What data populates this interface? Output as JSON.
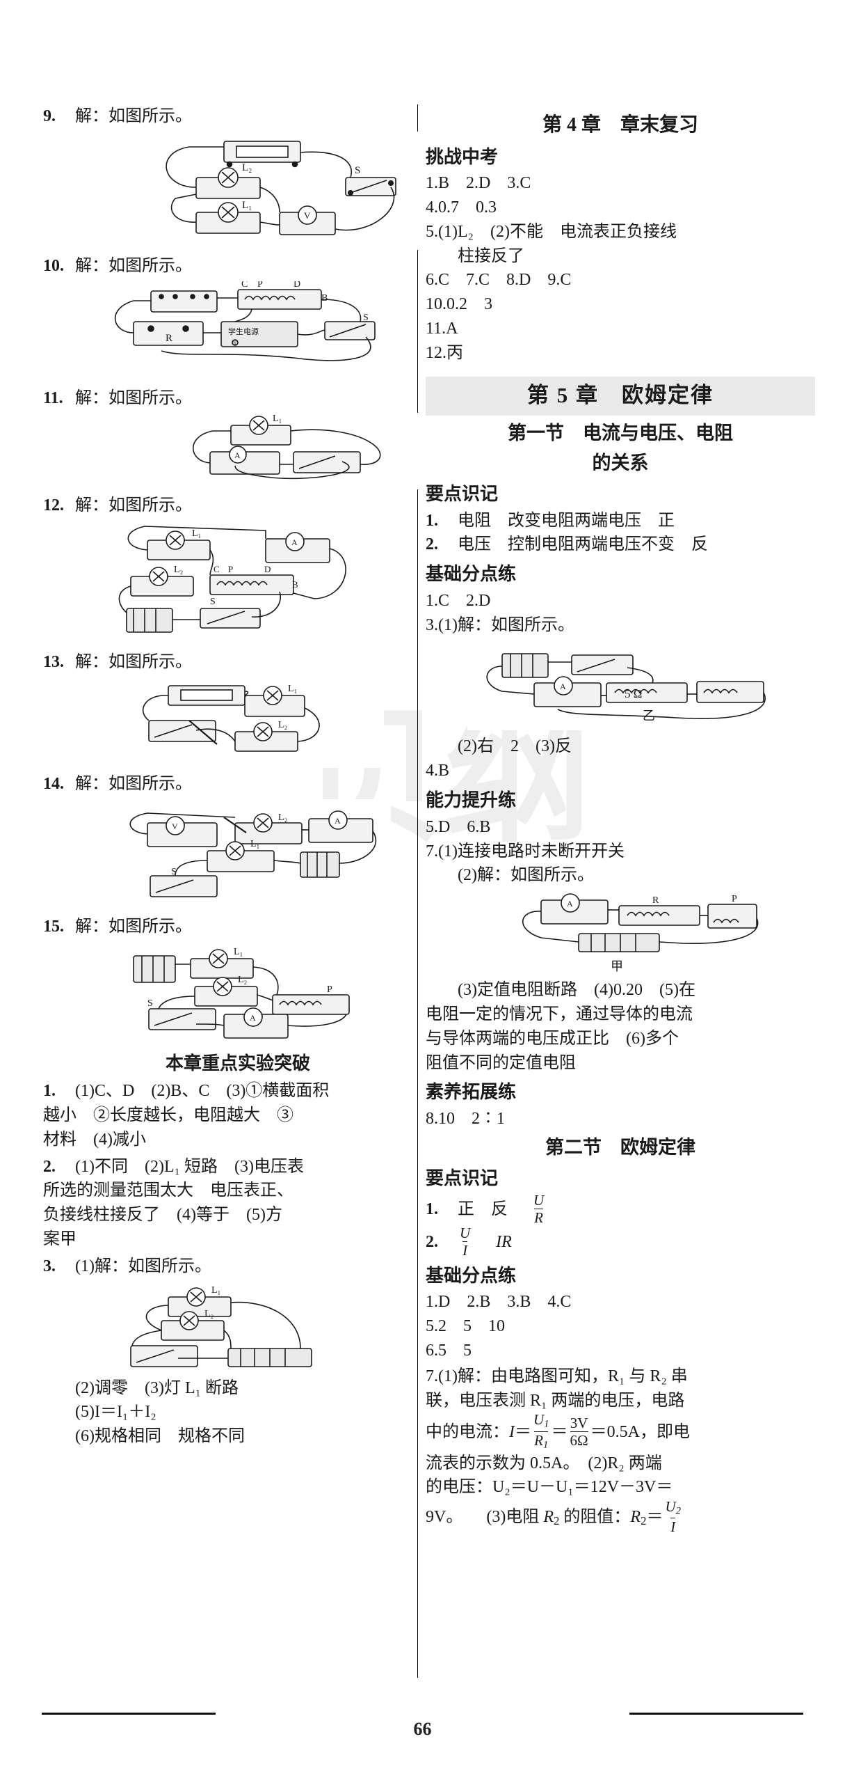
{
  "page": {
    "number": "66"
  },
  "watermark": "贝纲",
  "left_column": {
    "items": [
      {
        "num": "9.",
        "text": "解：如图所示。",
        "figure": "circuit-9"
      },
      {
        "num": "10.",
        "text": "解：如图所示。",
        "figure": "circuit-10"
      },
      {
        "num": "11.",
        "text": "解：如图所示。",
        "figure": "circuit-11"
      },
      {
        "num": "12.",
        "text": "解：如图所示。",
        "figure": "circuit-12"
      },
      {
        "num": "13.",
        "text": "解：如图所示。",
        "figure": "circuit-13"
      },
      {
        "num": "14.",
        "text": "解：如图所示。",
        "figure": "circuit-14"
      },
      {
        "num": "15.",
        "text": "解：如图所示。",
        "figure": "circuit-15"
      }
    ],
    "experiment_heading": "本章重点实验突破",
    "experiment_items": [
      {
        "num": "1.",
        "lines": [
          "(1)C、D　(2)B、C　(3)①横截面积",
          "越小　②长度越长，电阻越大　③",
          "材料　(4)减小"
        ]
      },
      {
        "num": "2.",
        "lines": [
          "(1)不同　(2)L₁ 短路　(3)电压表",
          "所选的测量范围太大　电压表正、",
          "负接线柱接反了　(4)等于　(5)方",
          "案甲"
        ]
      },
      {
        "num": "3.",
        "lines": [
          "(1)解：如图所示。"
        ],
        "figure": "circuit-exp3",
        "after_lines": [
          "(2)调零　(3)灯 L₁ 断路",
          "(5)I＝I₁＋I₂",
          "(6)规格相同　规格不同"
        ]
      }
    ]
  },
  "right_column": {
    "chapter4_title": "第 4 章　章末复习",
    "ch4_heading": "挑战中考",
    "ch4_items": [
      "1.B　2.D　3.C",
      "4.0.7　0.3",
      "5.(1)L₂　(2)不能　电流表正负接线",
      "柱接反了",
      "6.C　7.C　8.D　9.C",
      "10.0.2　3",
      "11.A",
      "12.丙"
    ],
    "chapter5_banner": "第 5 章　欧姆定律",
    "section1_title_line1": "第一节　电流与电压、电阻",
    "section1_title_line2": "的关系",
    "s1_key_heading": "要点识记",
    "s1_key_items": [
      {
        "num": "1.",
        "text": "电阻　改变电阻两端电压　正"
      },
      {
        "num": "2.",
        "text": "电压　控制电阻两端电压不变　反"
      }
    ],
    "s1_basic_heading": "基础分点练",
    "s1_basic_items": [
      "1.C　2.D",
      "3.(1)解：如图所示。"
    ],
    "fig_label_5ohm": "5 Ω",
    "fig_label_yi": "乙",
    "s1_after_fig": "(2)右　2　(3)反",
    "s1_item4": "4.B",
    "s1_ability_heading": "能力提升练",
    "s1_ability_items": [
      "5.D　6.B",
      "7.(1)连接电路时未断开开关",
      "(2)解：如图所示。"
    ],
    "fig_label_jia": "甲",
    "s1_ability_after": [
      "(3)定值电阻断路　(4)0.20　(5)在",
      "电阻一定的情况下，通过导体的电流",
      "与导体两端的电压成正比　(6)多个",
      "阻值不同的定值电阻"
    ],
    "s1_suyang_heading": "素养拓展练",
    "s1_suyang_item": "8.10　2∶1",
    "section2_title": "第二节　欧姆定律",
    "s2_key_heading": "要点识记",
    "s2_key_1": {
      "num": "1.",
      "text": "正　反",
      "frac_num": "U",
      "frac_den": "R"
    },
    "s2_key_2": {
      "num": "2.",
      "frac_num": "U",
      "frac_den": "I",
      "tail": "IR"
    },
    "s2_basic_heading": "基础分点练",
    "s2_basic_items": [
      "1.D　2.B　3.B　4.C",
      "5.2　5　10",
      "6.5　5"
    ],
    "s2_item7_lines": [
      "7.(1)解：由电路图可知，R₁ 与 R₂ 串",
      "联，电压表测 R₁ 两端的电压，电路",
      "中的电流：I＝U₁/R₁＝3V/6Ω＝0.5A，即电",
      "流表的示数为 0.5A。　(2)R₂ 两端",
      "的电压：U₂＝U－U₁＝12V－3V＝",
      "9V。　(3)电阻 R₂ 的阻值：R₂＝U₂/I"
    ]
  }
}
